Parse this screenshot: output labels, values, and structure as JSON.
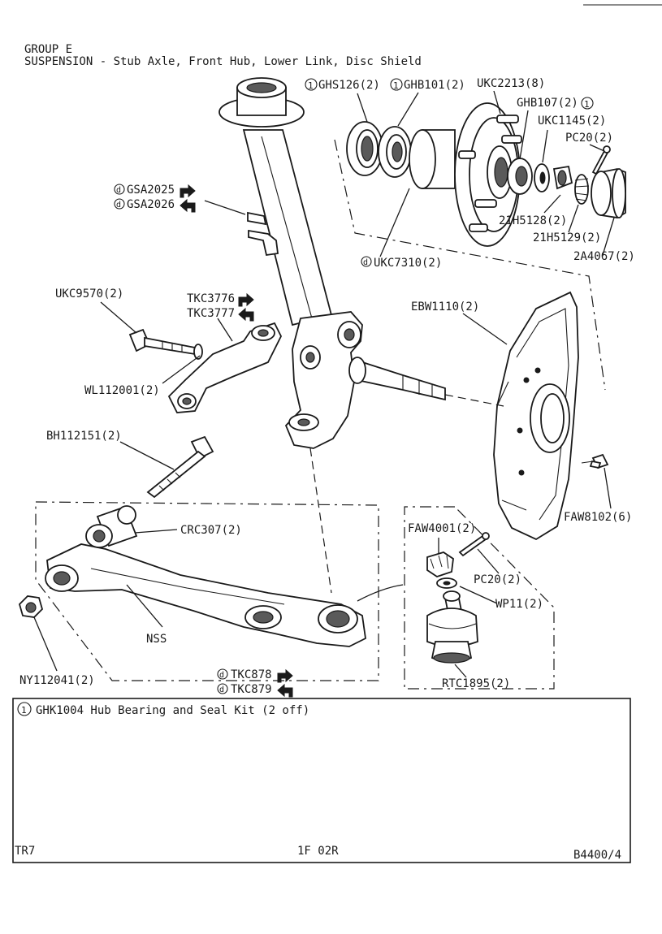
{
  "header": {
    "group": "GROUP E",
    "title": "SUSPENSION - Stub Axle, Front Hub, Lower Link, Disc Shield"
  },
  "parts": {
    "ghs126": "GHS126(2)",
    "ghb101": "GHB101(2)",
    "ukc2213": "UKC2213(8)",
    "ghb107": "GHB107(2)",
    "ukc1145": "UKC1145(2)",
    "pc20_top": "PC20(2)",
    "gsa2025": "GSA2025",
    "gsa2026": "GSA2026",
    "h5128": "21H5128(2)",
    "h5129": "21H5129(2)",
    "a4067": "2A4067(2)",
    "ukc7310": "UKC7310(2)",
    "ukc9570": "UKC9570(2)",
    "tkc3776": "TKC3776",
    "tkc3777": "TKC3777",
    "ebw1110": "EBW1110(2)",
    "wl112001": "WL112001(2)",
    "bh112151": "BH112151(2)",
    "faw8102": "FAW8102(6)",
    "crc307": "CRC307(2)",
    "faw4001": "FAW4001(2)",
    "pc20_bottom": "PC20(2)",
    "wp11": "WP11(2)",
    "nss": "NSS",
    "ny112041": "NY112041(2)",
    "tkc878": "TKC878",
    "tkc879": "TKC879",
    "rtc1895": "RTC1895(2)"
  },
  "symbols": {
    "kit_marker": "1",
    "d_marker": "d"
  },
  "kit_note": "GHK1004 Hub Bearing and Seal Kit (2 off)",
  "footer": {
    "left": "TR7",
    "center": "1F 02R",
    "right": "B4400/4"
  }
}
